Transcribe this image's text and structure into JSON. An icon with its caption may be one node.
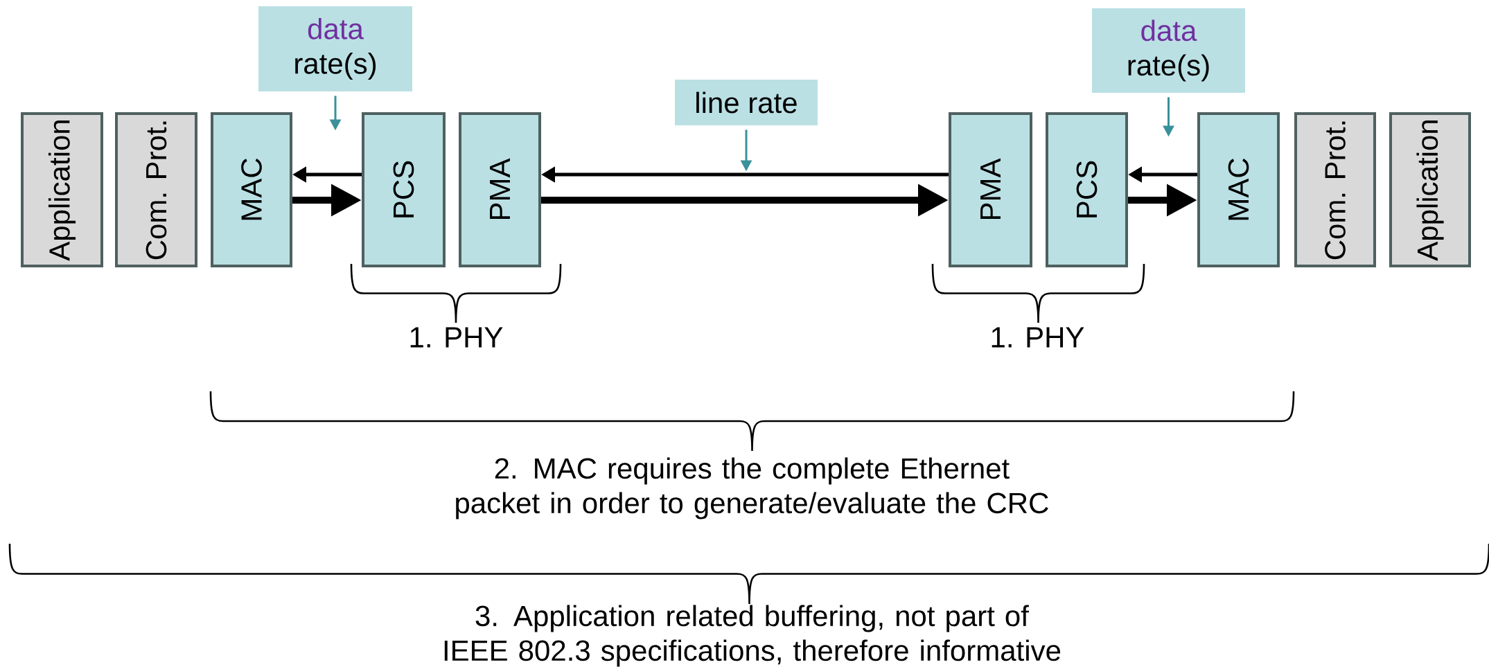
{
  "diagram": {
    "nodes": [
      {
        "text": [
          "data",
          "rate(s)"
        ]
      },
      {
        "text": [
          "line rate"
        ]
      },
      {
        "text": [
          "data",
          "rate(s)"
        ]
      },
      {
        "text": [
          "Application"
        ]
      },
      {
        "text": [
          "Com. Prot."
        ]
      },
      {
        "text": [
          "MAC"
        ]
      },
      {
        "text": [
          "PCS"
        ]
      },
      {
        "text": [
          "PMA"
        ]
      },
      {
        "text": [
          "PMA"
        ]
      },
      {
        "text": [
          "PCS"
        ]
      },
      {
        "text": [
          "MAC"
        ]
      },
      {
        "text": [
          "Com. Prot."
        ]
      },
      {
        "text": [
          "Application"
        ]
      }
    ],
    "edges": [
      {
        "from": 0,
        "to": null,
        "arrow": "to",
        "color": "#3a9199"
      },
      {
        "from": 1,
        "to": null,
        "arrow": "to",
        "color": "#3a9199"
      },
      {
        "from": 2,
        "to": null,
        "arrow": "to",
        "color": "#3a9199"
      },
      {
        "from": 6,
        "to": 5,
        "arrow": "to"
      },
      {
        "from": 5,
        "to": 6,
        "arrow": "to",
        "style": "thick"
      },
      {
        "from": 8,
        "to": 7,
        "arrow": "to"
      },
      {
        "from": 7,
        "to": 8,
        "arrow": "to",
        "style": "thick"
      },
      {
        "from": 10,
        "to": 9,
        "arrow": "to"
      },
      {
        "from": 9,
        "to": 10,
        "arrow": "to",
        "style": "thick"
      }
    ],
    "labels": [
      "1. PHY",
      "1. PHY",
      "2. MAC requires the complete Ethernet packet in order to generate/evaluate the CRC",
      "3. Application related buffering, not part of IEEE 802.3 specifications, therefore informative"
    ]
  }
}
